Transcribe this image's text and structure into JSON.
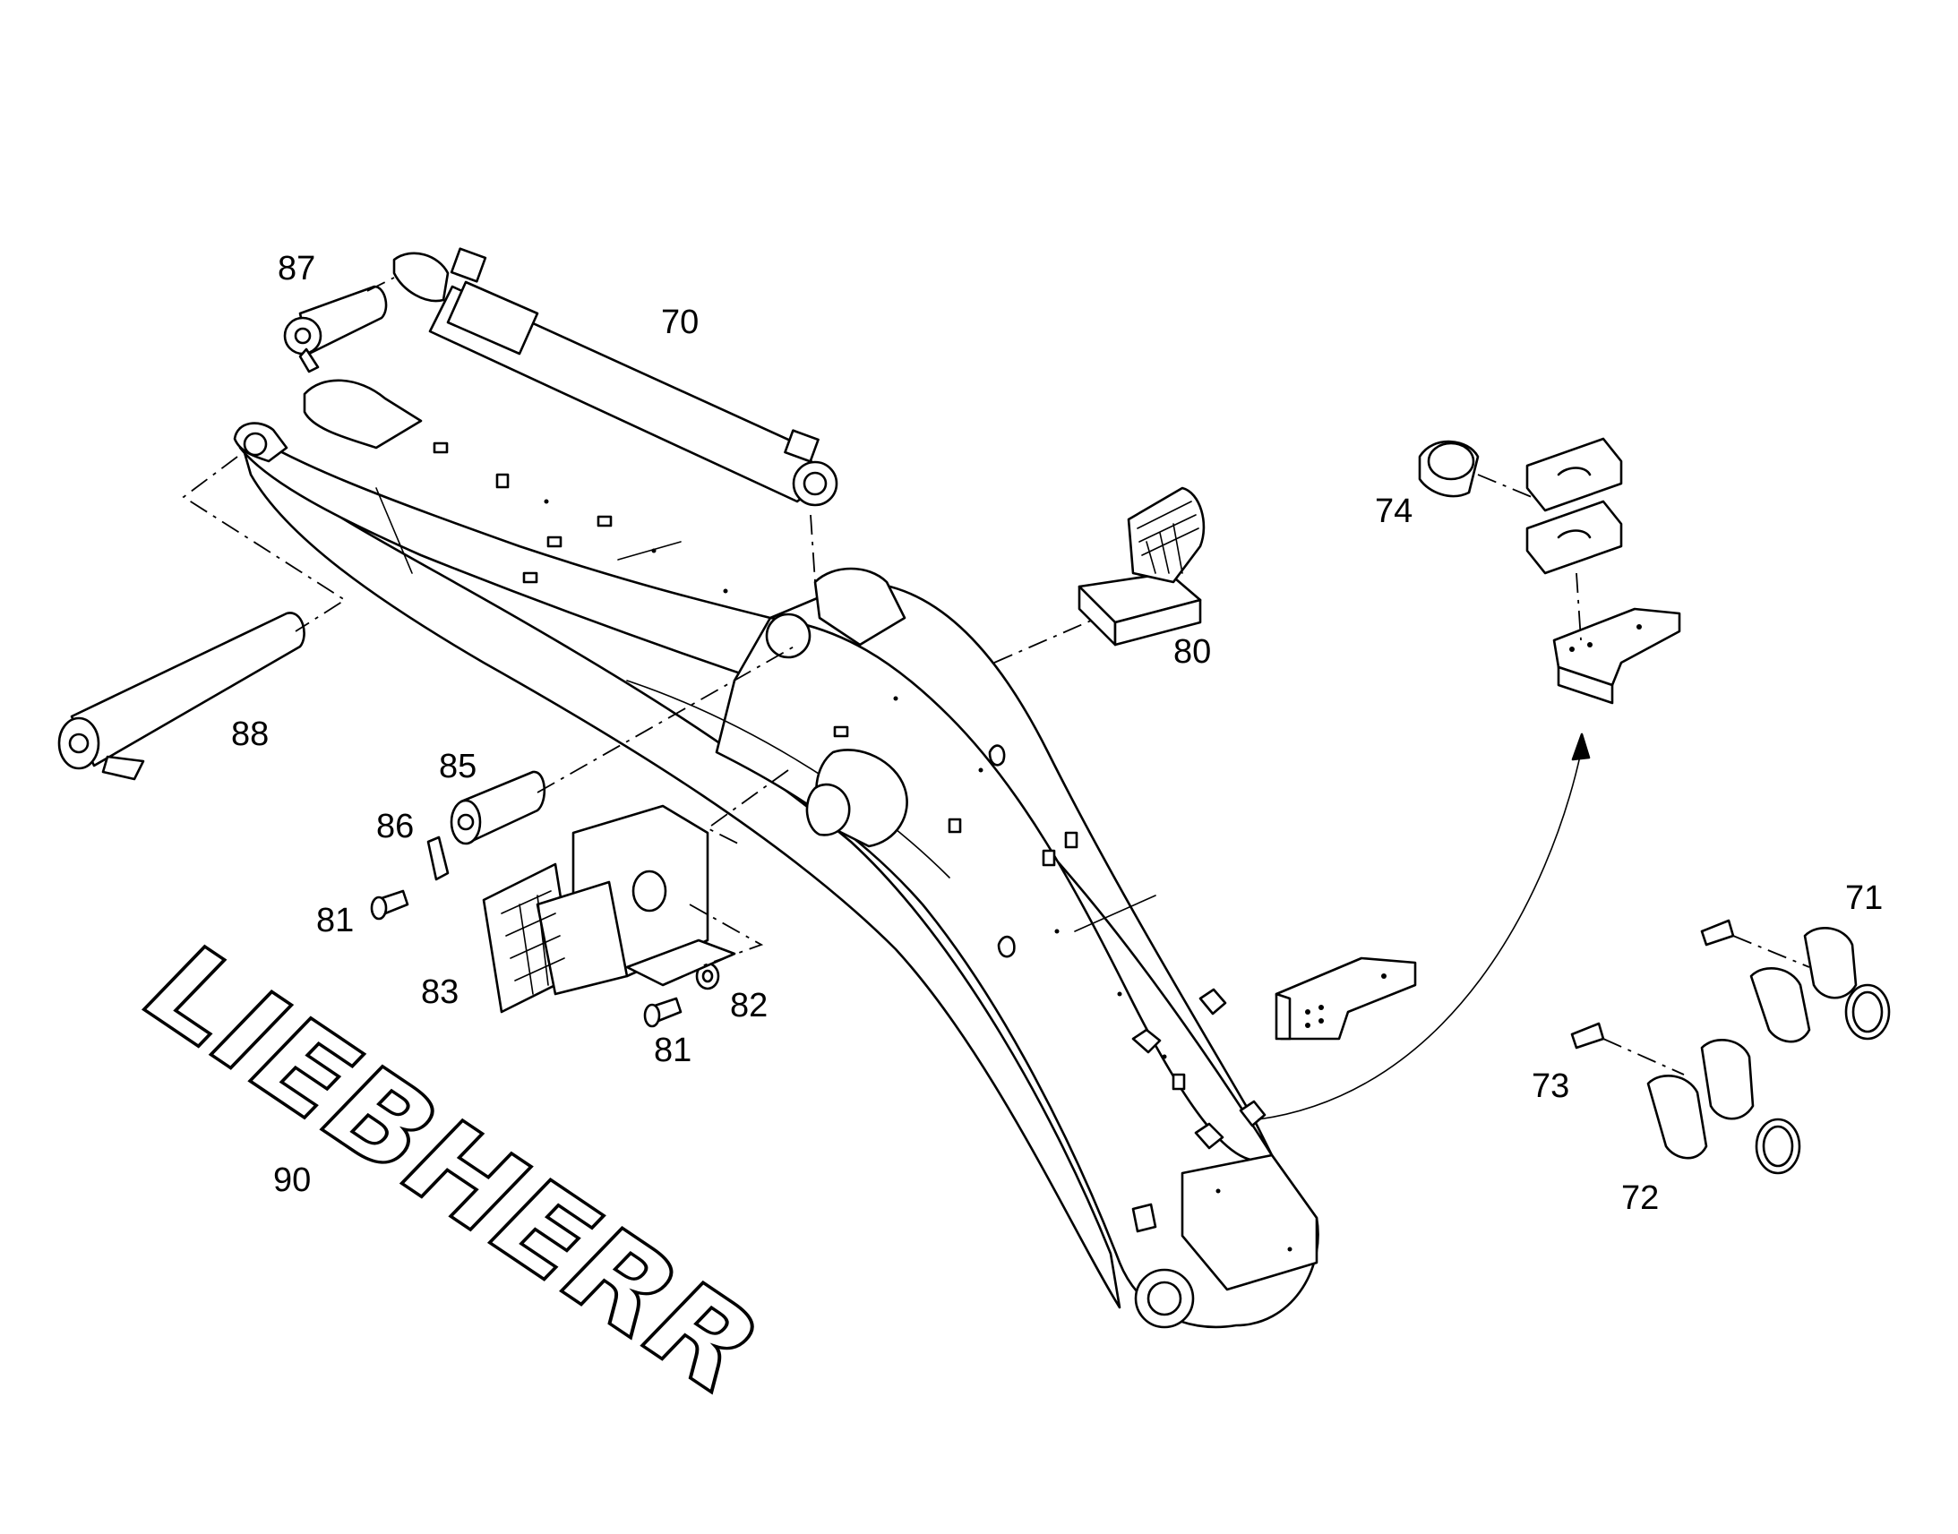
{
  "callouts": {
    "c70": "70",
    "c71": "71",
    "c72": "72",
    "c73": "73",
    "c74": "74",
    "c80": "80",
    "c81a": "81",
    "c81b": "81",
    "c82": "82",
    "c83": "83",
    "c85": "85",
    "c86": "86",
    "c87": "87",
    "c88": "88",
    "c90": "90"
  },
  "logo": {
    "text": "LIEBHERR"
  },
  "colors": {
    "line": "#000000",
    "background": "#ffffff"
  }
}
